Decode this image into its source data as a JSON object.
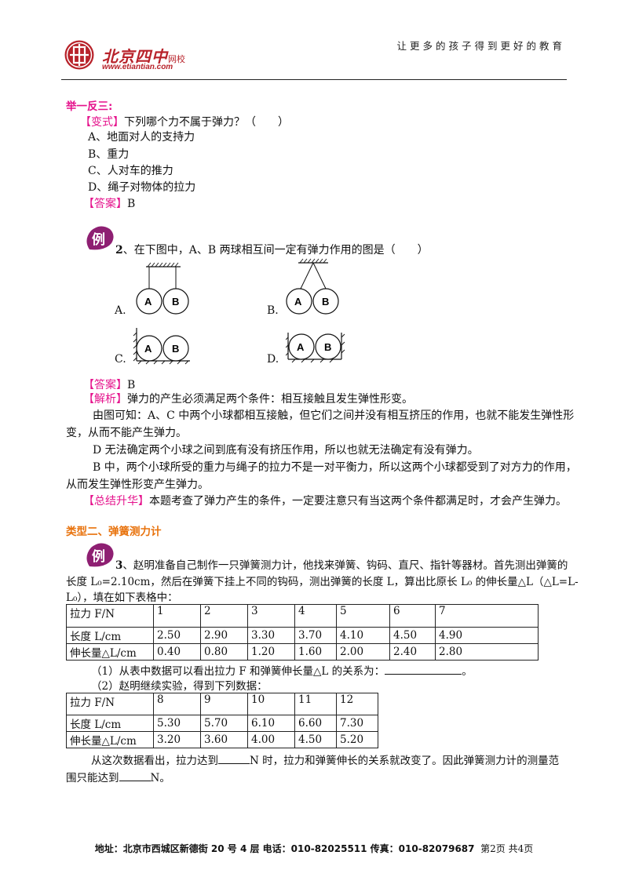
{
  "header": {
    "logo_cn": "北京四中",
    "logo_sub": "网校",
    "logo_url": "www.etiantian.com",
    "slogan": "让更多的孩子得到更好的教育"
  },
  "s1": {
    "heading": "举一反三:",
    "q_tag": "【变式】",
    "q_text": "下列哪个力不属于弹力？（　　）",
    "options": [
      "A、地面对人的支持力",
      "B、重力",
      "C、人对车的推力",
      "D、绳子对物体的拉力"
    ],
    "ans_tag": "【答案】",
    "ans": "B"
  },
  "ex_badge": "例",
  "ex2": {
    "num": "2",
    "question": "、在下图中，A、B 两球相互间一定有弹力作用的图是（　　）",
    "labels": [
      "A.",
      "B.",
      "C.",
      "D."
    ],
    "ball_a": "A",
    "ball_b": "B",
    "ans_tag": "【答案】",
    "ans": "B",
    "jx_tag": "【解析】",
    "jx_text": "弹力的产生必须满足两个条件：相互接触且发生弹性形变。",
    "p1": "由图可知：A、C 中两个小球都相互接触，但它们之间并没有相互挤压的作用，也就不能发生弹性形",
    "p1b": "变，从而不能产生弹力。",
    "p2": "D 无法确定两个小球之间到底有没有挤压作用，所以也就无法确定有没有弹力。",
    "p3": "B 中，两个小球所受的重力与绳子的拉力不是一对平衡力，所以这两个小球都受到了对方力的作用，",
    "p3b": "从而发生弹性形变产生弹力。",
    "zj_tag": "【总结升华】",
    "zj_text": "本题考查了弹力产生的条件，一定要注意只有当这两个条件都满足时，才会产生弹力。"
  },
  "type2_heading": "类型二、弹簧测力计",
  "ex3": {
    "num": "3",
    "line1": "、赵明准备自己制作一只弹簧测力计，他找来弹簧、钩码、直尺、指针等器材。首先测出弹簧的",
    "line2": "长度 L₀=2.10cm，然后在弹簧下挂上不同的钩码，测出弹簧的长度 L，算出比原长 L₀ 的伸长量△L（△L=L-",
    "line3": "L₀），填在如下表格中：",
    "table1": {
      "rows": [
        [
          "拉力 F/N",
          "1",
          "2",
          "3",
          "4",
          "5",
          "6",
          "7"
        ],
        [
          "长度 L/cm",
          "2.50",
          "2.90",
          "3.30",
          "3.70",
          "4.10",
          "4.50",
          "4.90"
        ],
        [
          "伸长量△L/cm",
          "0.40",
          "0.80",
          "1.20",
          "1.60",
          "2.00",
          "2.40",
          "2.80"
        ]
      ]
    },
    "q1": "（1）从表中数据可以看出拉力 F 和弹簧伸长量△L 的关系为：",
    "q1_end": "。",
    "q2": "（2）赵明继续实验，得到下列数据：",
    "table2": {
      "rows": [
        [
          "拉力 F/N",
          "8",
          "9",
          "10",
          "11",
          "12"
        ],
        [
          "长度 L/cm",
          "5.30",
          "5.70",
          "6.10",
          "6.60",
          "7.30"
        ],
        [
          "伸长量△L/cm",
          "3.20",
          "3.60",
          "4.00",
          "4.50",
          "5.20"
        ]
      ]
    },
    "c1a": "从这次数据看出，拉力达到",
    "c1b": "N 时，拉力和弹簧伸长的关系就改变了。因此弹簧测力计的测量范",
    "c2a": "围只能达到",
    "c2b": "N。"
  },
  "footer": {
    "text": "地址：北京市西城区新德街 20 号 4 层  电话：010-82025511  传真：010-82079687",
    "page": "第2页  共4页"
  }
}
